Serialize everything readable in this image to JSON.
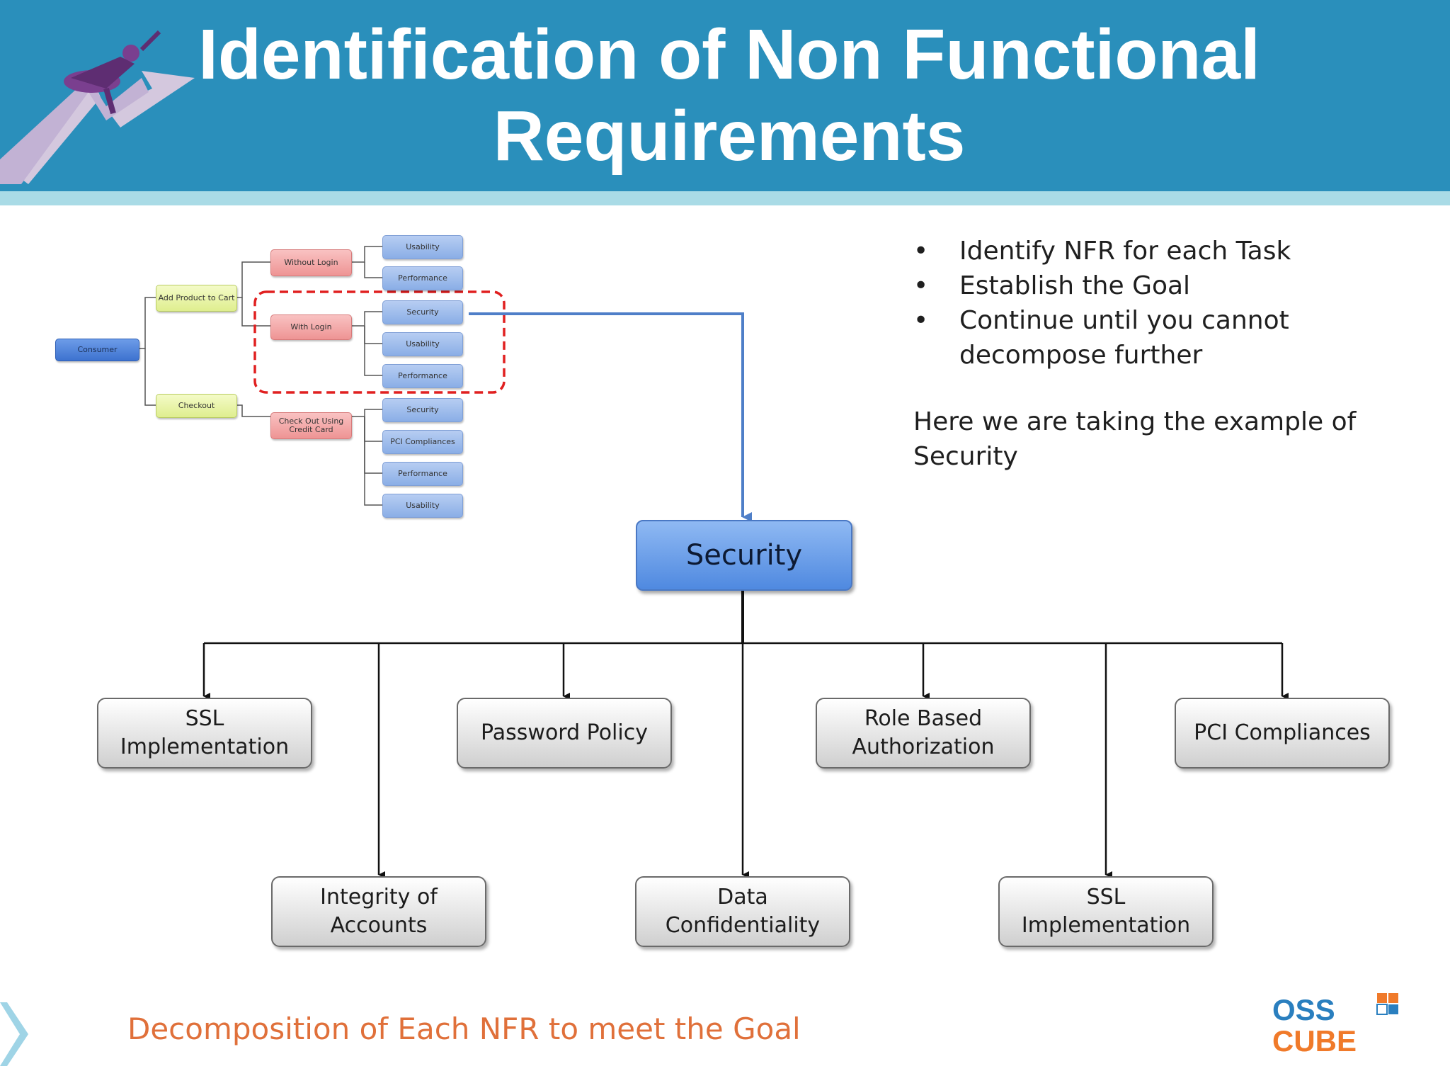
{
  "header": {
    "title_line1": "Identification of Non Functional",
    "title_line2": "Requirements",
    "background_color": "#2a8fbb"
  },
  "mindmap": {
    "root": "Consumer",
    "tasks": [
      "Add Product to Cart",
      "Checkout"
    ],
    "subtasks": [
      "Without Login",
      "With Login",
      "Check Out Using Credit Card"
    ],
    "nfrs": [
      "Usability",
      "Performance",
      "Security",
      "Usability",
      "Performance",
      "Security",
      "PCI Compliances",
      "Performance",
      "Usability"
    ],
    "highlight_color": "#e02020"
  },
  "bullets": {
    "items": [
      "Identify NFR for each Task",
      "Establish the Goal",
      "Continue until you cannot decompose further"
    ],
    "note": "Here we are taking the example of Security"
  },
  "diagram": {
    "root": "Security",
    "top_row": [
      "SSL\nImplementation",
      "Password Policy",
      "Role Based\nAuthorization",
      "PCI Compliances"
    ],
    "bottom_row": [
      "Integrity of\nAccounts",
      "Data\nConfidentiality",
      "SSL\nImplementation"
    ]
  },
  "footer": {
    "caption": "Decomposition of Each NFR to meet the Goal",
    "brand_line1": "OSS",
    "brand_line2": "CUBE",
    "caption_color": "#e0703a"
  }
}
